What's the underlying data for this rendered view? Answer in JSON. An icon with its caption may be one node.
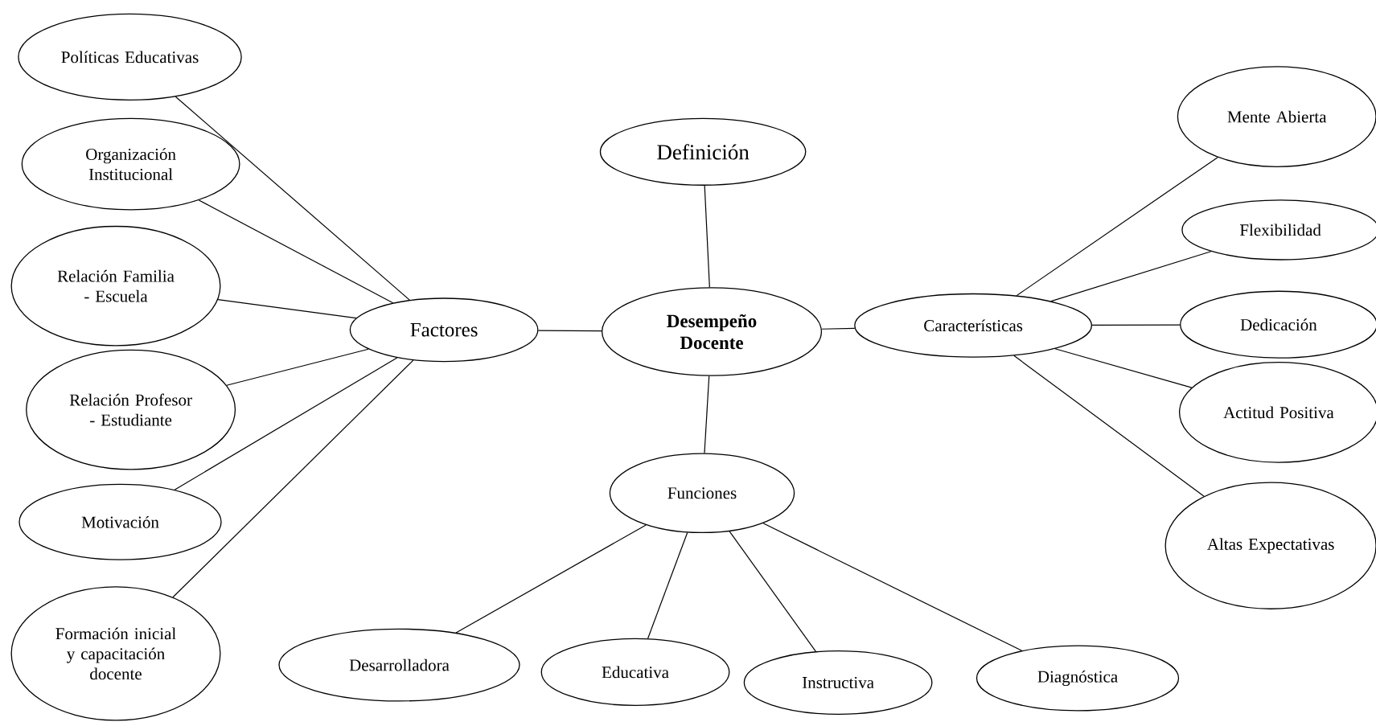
{
  "diagram": {
    "nodes": [
      {
        "text": [
          "Desempeño Docente"
        ]
      },
      {
        "text": [
          "Definición"
        ]
      },
      {
        "text": [
          "Factores"
        ]
      },
      {
        "text": [
          "Características"
        ]
      },
      {
        "text": [
          "Funciones"
        ]
      },
      {
        "text": [
          "Políticas Educativas"
        ]
      },
      {
        "text": [
          "Organización Institucional"
        ]
      },
      {
        "text": [
          "Relación Familia - Escuela"
        ]
      },
      {
        "text": [
          "Relación Profesor - Estudiante"
        ]
      },
      {
        "text": [
          "Motivación"
        ]
      },
      {
        "text": [
          "Formación inicial y capacitación docente"
        ]
      },
      {
        "text": [
          "Mente Abierta"
        ]
      },
      {
        "text": [
          "Flexibilidad"
        ]
      },
      {
        "text": [
          "Dedicación"
        ]
      },
      {
        "text": [
          "Actitud Positiva"
        ]
      },
      {
        "text": [
          "Altas Expectativas"
        ]
      },
      {
        "text": [
          "Desarrolladora"
        ]
      },
      {
        "text": [
          "Educativa"
        ]
      },
      {
        "text": [
          "Instructiva"
        ]
      },
      {
        "text": [
          "Diagnóstica"
        ]
      }
    ],
    "edges": [
      {
        "from": 0,
        "to": 1,
        "arrow": "none"
      },
      {
        "from": 0,
        "to": 2,
        "arrow": "none"
      },
      {
        "from": 0,
        "to": 3,
        "arrow": "none"
      },
      {
        "from": 0,
        "to": 4,
        "arrow": "none"
      },
      {
        "from": 2,
        "to": 5,
        "arrow": "none"
      },
      {
        "from": 2,
        "to": 6,
        "arrow": "none"
      },
      {
        "from": 2,
        "to": 7,
        "arrow": "none"
      },
      {
        "from": 2,
        "to": 8,
        "arrow": "none"
      },
      {
        "from": 2,
        "to": 9,
        "arrow": "none"
      },
      {
        "from": 2,
        "to": 10,
        "arrow": "none"
      },
      {
        "from": 3,
        "to": 11,
        "arrow": "none"
      },
      {
        "from": 3,
        "to": 12,
        "arrow": "none"
      },
      {
        "from": 3,
        "to": 13,
        "arrow": "none"
      },
      {
        "from": 3,
        "to": 14,
        "arrow": "none"
      },
      {
        "from": 3,
        "to": 15,
        "arrow": "none"
      },
      {
        "from": 4,
        "to": 16,
        "arrow": "none"
      },
      {
        "from": 4,
        "to": 17,
        "arrow": "none"
      },
      {
        "from": 4,
        "to": 18,
        "arrow": "none"
      },
      {
        "from": 4,
        "to": 19,
        "arrow": "none"
      }
    ]
  }
}
